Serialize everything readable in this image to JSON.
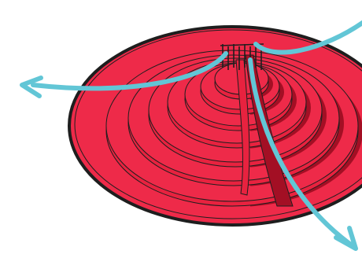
{
  "colors": {
    "background": "#ffffff",
    "platform_fill": "#ee2a49",
    "tier_fill": "#e8223f",
    "shadow": "#a30f24",
    "outline": "#1e1e1e",
    "arrow": "#62c6d6"
  },
  "icons": {
    "arrows": "flow-arrow-icon",
    "rim": "platform-rim",
    "terraces": "stepped-terraces",
    "cleft": "central-cleft",
    "columns": "central-columns"
  }
}
